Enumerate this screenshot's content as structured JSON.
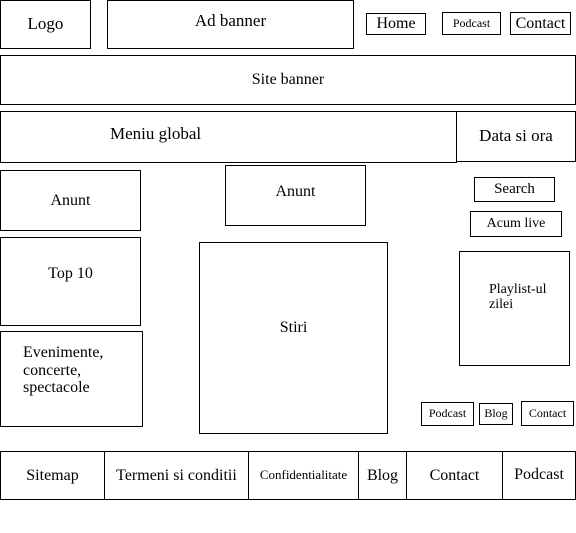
{
  "header": {
    "logo": "Logo",
    "ad_banner": "Ad banner",
    "nav": {
      "home": "Home",
      "podcast": "Podcast",
      "contact": "Contact"
    }
  },
  "site_banner": "Site banner",
  "menu": {
    "global": "Meniu global",
    "date_time": "Data si ora"
  },
  "left_column": {
    "ad": "Anunt",
    "top10": "Top 10",
    "events_lines": [
      "Evenimente,",
      "concerte,",
      "spectacole"
    ]
  },
  "center": {
    "ad": "Anunt",
    "news": "Stiri"
  },
  "right_column": {
    "search": "Search",
    "live_now": "Acum live",
    "playlist_lines": [
      "Playlist-ul",
      "zilei"
    ],
    "links": {
      "podcast": "Podcast",
      "blog": "Blog",
      "contact": "Contact"
    }
  },
  "footer": {
    "sitemap": "Sitemap",
    "terms": "Termeni si conditii",
    "privacy": "Confidentialitate",
    "blog": "Blog",
    "contact": "Contact",
    "podcast": "Podcast"
  }
}
